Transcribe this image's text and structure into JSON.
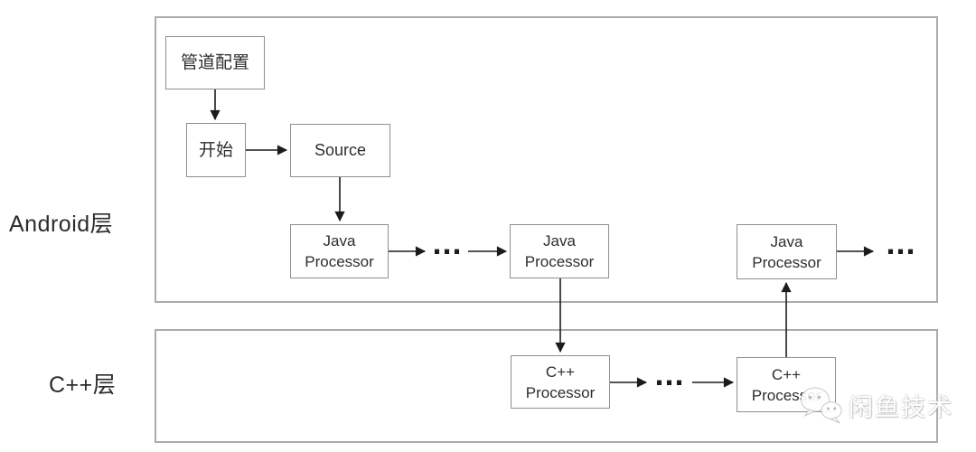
{
  "diagram": {
    "layers": {
      "android": {
        "label": "Android层"
      },
      "cpp": {
        "label": "C++层"
      }
    },
    "nodes": {
      "pipe_config": {
        "label": "管道配置"
      },
      "start": {
        "label": "开始"
      },
      "source": {
        "label": "Source"
      },
      "java1": {
        "label": "Java Processor"
      },
      "java2": {
        "label": "Java Processor"
      },
      "java3": {
        "label": "Java Processor"
      },
      "cpp1": {
        "label": "C++ Processor"
      },
      "cpp2": {
        "label": "C++ Processor"
      }
    },
    "ellipsis": {
      "java_mid": "...",
      "java_end": "...",
      "cpp_mid": "..."
    }
  },
  "watermark": {
    "text": "闲鱼技术",
    "icon": "wechat-logo"
  },
  "colors": {
    "background": "#ffffff",
    "layer_border": "#ababab",
    "box_border": "#8f8f8f",
    "text": "#2e2e2e",
    "arrow": "#1c1c1c",
    "watermark_text": "#ffffff"
  }
}
